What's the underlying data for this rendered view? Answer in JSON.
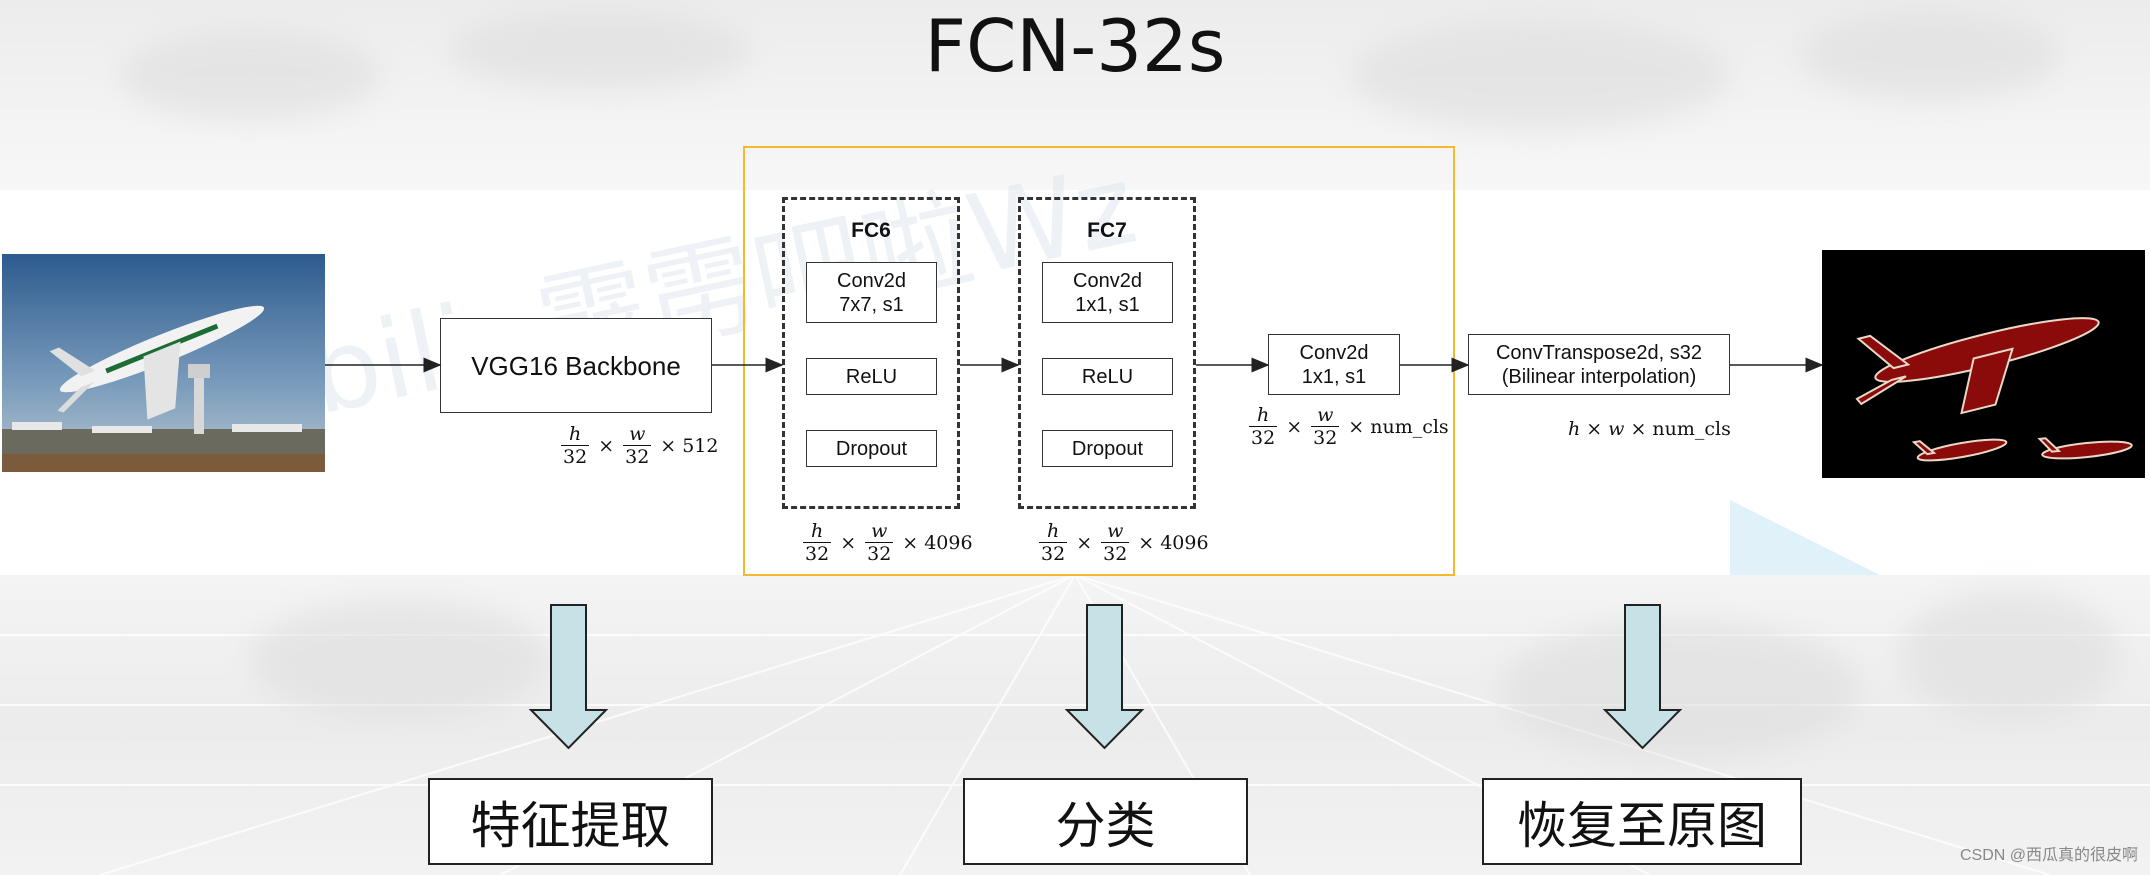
{
  "title": "FCN-32s",
  "watermark": "bili: 霹雳吧啦Wz",
  "backbone": {
    "label": "VGG16 Backbone",
    "dim": {
      "num": "h",
      "den": "32",
      "num2": "w",
      "den2": "32",
      "times": "×",
      "tail": "512"
    }
  },
  "fc6": {
    "title": "FC6",
    "conv": "Conv2d\n7x7, s1",
    "relu": "ReLU",
    "dropout": "Dropout",
    "dim": {
      "num": "h",
      "den": "32",
      "num2": "w",
      "den2": "32",
      "times": "×",
      "tail": "4096"
    }
  },
  "fc7": {
    "title": "FC7",
    "conv": "Conv2d\n1x1, s1",
    "relu": "ReLU",
    "dropout": "Dropout",
    "dim": {
      "num": "h",
      "den": "32",
      "num2": "w",
      "den2": "32",
      "times": "×",
      "tail": "4096"
    }
  },
  "conv_cls": {
    "label": "Conv2d\n1x1, s1",
    "dim": {
      "num": "h",
      "den": "32",
      "num2": "w",
      "den2": "32",
      "times": "×",
      "tail": "num_cls"
    }
  },
  "upsample": {
    "label": "ConvTranspose2d, s32\n(Bilinear interpolation)",
    "dim": {
      "a": "h",
      "times": "×",
      "b": "w",
      "tail": "num_cls"
    }
  },
  "stages": [
    {
      "label": "特征提取"
    },
    {
      "label": "分类"
    },
    {
      "label": "恢复至原图"
    }
  ],
  "credit": "CSDN @西瓜真的很皮啊",
  "colors": {
    "frame": "#f5b82e",
    "down_arrow": "#c6e2e6",
    "seg_fill": "#8b0a0a",
    "seg_edge": "#e8d8c8"
  }
}
